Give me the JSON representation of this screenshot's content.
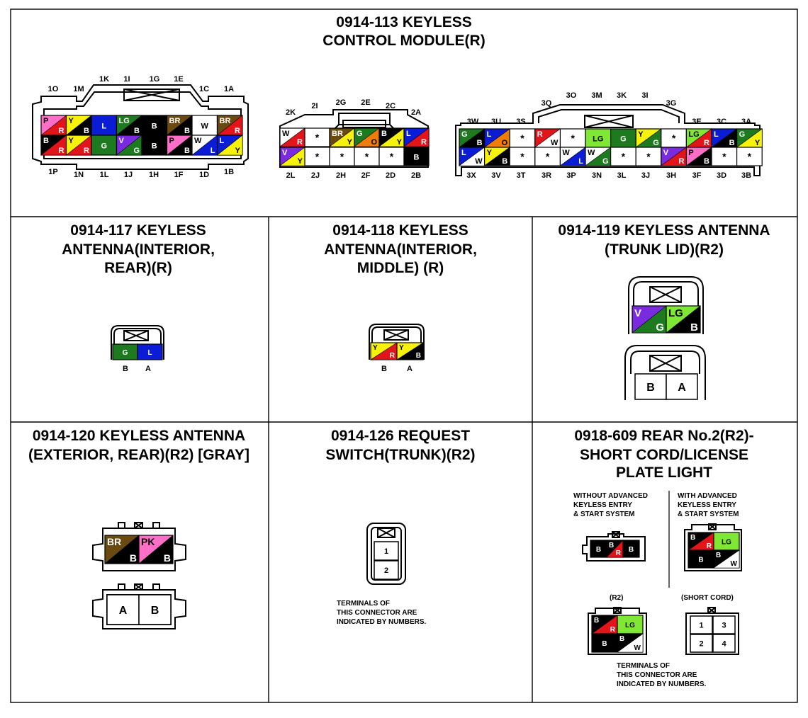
{
  "colors": {
    "W": "#ffffff",
    "B": "#000000",
    "R": "#e4141b",
    "G": "#1e7a1e",
    "L": "#0a1cd6",
    "Y": "#f7f20c",
    "P": "#ff6ec7",
    "V": "#7a2be0",
    "O": "#f07d0a",
    "BR": "#6b4a12",
    "LG": "#7ee834",
    "PK": "#ff00ff"
  },
  "panels": {
    "p113": {
      "title1": "0914-113 KEYLESS",
      "title2": "CONTROL MODULE(R)"
    },
    "p117": {
      "title1": "0914-117 KEYLESS",
      "title2": "ANTENNA(INTERIOR,",
      "title3": "REAR)(R)"
    },
    "p118": {
      "title1": "0914-118 KEYLESS",
      "title2": "ANTENNA(INTERIOR,",
      "title3": "MIDDLE) (R)"
    },
    "p119": {
      "title1": "0914-119 KEYLESS ANTENNA",
      "title2": "(TRUNK LID)(R2)"
    },
    "p120": {
      "title1": "0914-120 KEYLESS ANTENNA",
      "title2": "(EXTERIOR, REAR)(R2) [GRAY]"
    },
    "p126": {
      "title1": "0914-126 REQUEST",
      "title2": "SWITCH(TRUNK)(R2)",
      "note1": "TERMINALS OF",
      "note2": "THIS CONNECTOR ARE",
      "note3": "INDICATED BY NUMBERS."
    },
    "p609": {
      "title1": "0918-609 REAR No.2(R2)-",
      "title2": "SHORT CORD/LICENSE",
      "title3": "PLATE LIGHT",
      "without1": "WITHOUT ADVANCED",
      "without2": "KEYLESS ENTRY",
      "without3": "& START SYSTEM",
      "with1": "WITH ADVANCED",
      "with2": "KEYLESS ENTRY",
      "with3": "& START SYSTEM",
      "r2_label": "(R2)",
      "short_label": "(SHORT CORD)",
      "note1": "TERMINALS OF",
      "note2": "THIS CONNECTOR ARE",
      "note3": "INDICATED BY NUMBERS."
    }
  },
  "c1": {
    "top_labels": [
      [
        "1O",
        75,
        129
      ],
      [
        "1M",
        111,
        129
      ],
      [
        "1K",
        147,
        115
      ],
      [
        "1I",
        179,
        115
      ],
      [
        "1G",
        218,
        115
      ],
      [
        "1E",
        252,
        115
      ],
      [
        "1C",
        288,
        129
      ],
      [
        "1A",
        323,
        129
      ]
    ],
    "bottom_labels": [
      [
        "1P",
        75,
        246
      ],
      [
        "1N",
        111,
        250
      ],
      [
        "1L",
        147,
        250
      ],
      [
        "1J",
        181,
        250
      ],
      [
        "1H",
        217,
        250
      ],
      [
        "1F",
        252,
        250
      ],
      [
        "1D",
        288,
        250
      ],
      [
        "1B",
        323,
        246
      ]
    ],
    "cells": [
      [
        "P",
        "R",
        "P"
      ],
      [
        "Y",
        "B",
        "Y"
      ],
      [
        "L",
        "",
        "L"
      ],
      [
        "LG",
        "B",
        "G"
      ],
      [
        "B",
        "",
        "B"
      ],
      [
        "BR",
        "B",
        "BR"
      ],
      [
        "W",
        "",
        "W"
      ],
      [
        "BR",
        "R",
        "BR"
      ],
      [
        "B",
        "R",
        "B"
      ],
      [
        "Y",
        "R",
        "Y"
      ],
      [
        "G",
        "",
        "G"
      ],
      [
        "V",
        "G",
        "V"
      ],
      [
        "B",
        "",
        "B"
      ],
      [
        "P",
        "B",
        "P"
      ],
      [
        "W",
        "L",
        "W"
      ],
      [
        "L",
        "Y",
        "L"
      ]
    ]
  },
  "c2": {
    "top_labels": [
      [
        "2K",
        410,
        162
      ],
      [
        "2I",
        444,
        153
      ],
      [
        "2G",
        481,
        148
      ],
      [
        "2E",
        516,
        148
      ],
      [
        "2C",
        551,
        153
      ],
      [
        "2A",
        587,
        162
      ]
    ],
    "bottom_labels": [
      [
        "2L",
        410,
        251
      ],
      [
        "2J",
        445,
        251
      ],
      [
        "2H",
        481,
        251
      ],
      [
        "2F",
        516,
        251
      ],
      [
        "2D",
        551,
        251
      ],
      [
        "2B",
        587,
        251
      ]
    ],
    "cells": [
      [
        "W",
        "R",
        "W"
      ],
      [
        "*",
        "",
        ""
      ],
      [
        "BR",
        "Y",
        "BR"
      ],
      [
        "G",
        "O",
        "G"
      ],
      [
        "B",
        "Y",
        "B"
      ],
      [
        "L",
        "R",
        "L"
      ],
      [
        "V",
        "Y",
        "V"
      ],
      [
        "*",
        "",
        ""
      ],
      [
        "*",
        "",
        ""
      ],
      [
        "*",
        "",
        ""
      ],
      [
        "*",
        "",
        ""
      ],
      [
        "B",
        "",
        "B"
      ]
    ]
  },
  "c3": {
    "top_labels": [
      [
        "3Q",
        771,
        149
      ],
      [
        "3O",
        806,
        138
      ],
      [
        "3M",
        842,
        138
      ],
      [
        "3K",
        877,
        138
      ],
      [
        "3I",
        910,
        138
      ],
      [
        "3G",
        947,
        149
      ],
      [
        "3W",
        667,
        175
      ],
      [
        "3U",
        700,
        175
      ],
      [
        "3S",
        735,
        175
      ],
      [
        "3E",
        983,
        175
      ],
      [
        "3C",
        1018,
        175
      ],
      [
        "3A",
        1053,
        175
      ]
    ],
    "bottom_labels": [
      [
        "3X",
        665,
        251
      ],
      [
        "3V",
        700,
        251
      ],
      [
        "3T",
        735,
        251
      ],
      [
        "3R",
        771,
        251
      ],
      [
        "3P",
        806,
        251
      ],
      [
        "3N",
        842,
        251
      ],
      [
        "3L",
        877,
        251
      ],
      [
        "3J",
        911,
        251
      ],
      [
        "3H",
        947,
        251
      ],
      [
        "3F",
        983,
        251
      ],
      [
        "3D",
        1018,
        251
      ],
      [
        "3B",
        1053,
        251
      ]
    ],
    "cells": [
      [
        "G",
        "B",
        "G"
      ],
      [
        "L",
        "O",
        "L"
      ],
      [
        "*",
        "",
        ""
      ],
      [
        "R",
        "W",
        "R"
      ],
      [
        "*",
        "",
        ""
      ],
      [
        "LG",
        "",
        "LG"
      ],
      [
        "G",
        "",
        "G"
      ],
      [
        "Y",
        "G",
        "Y"
      ],
      [
        "*",
        "",
        ""
      ],
      [
        "LG",
        "R",
        "LG"
      ],
      [
        "L",
        "B",
        "L"
      ],
      [
        "G",
        "Y",
        "G"
      ],
      [
        "L",
        "W",
        "L"
      ],
      [
        "Y",
        "B",
        "Y"
      ],
      [
        "*",
        "",
        ""
      ],
      [
        "*",
        "",
        ""
      ],
      [
        "W",
        "L",
        "W"
      ],
      [
        "W",
        "G",
        "W"
      ],
      [
        "*",
        "",
        ""
      ],
      [
        "*",
        "",
        ""
      ],
      [
        "V",
        "R",
        "V"
      ],
      [
        "P",
        "B",
        "P"
      ],
      [
        "*",
        "",
        ""
      ],
      [
        "*",
        "",
        ""
      ]
    ]
  },
  "c117": {
    "cells": [
      [
        "G",
        "",
        "G"
      ],
      [
        "L",
        "",
        "L"
      ]
    ],
    "labels": [
      "B",
      "A"
    ]
  },
  "c118": {
    "cells": [
      [
        "Y",
        "R",
        "Y"
      ],
      [
        "Y",
        "B",
        "Y"
      ]
    ],
    "labels": [
      "B",
      "A"
    ]
  },
  "c119a": {
    "cells": [
      [
        "V",
        "G",
        "V"
      ],
      [
        "LG",
        "B",
        "LG"
      ]
    ]
  },
  "c119b": {
    "cells": [
      "B",
      "A"
    ]
  },
  "c120a": {
    "cells": [
      [
        "BR",
        "B",
        "BR"
      ],
      [
        "PK",
        "B",
        "P"
      ]
    ]
  },
  "c120b": {
    "cells": [
      "A",
      "B"
    ]
  },
  "c126": {
    "cells": [
      "1",
      "2"
    ]
  },
  "c609a": {
    "cells": [
      [
        "B",
        "",
        "B"
      ],
      [
        "B",
        "R",
        "B"
      ],
      [
        "B",
        "",
        "B"
      ]
    ]
  },
  "c609b": {
    "cells": [
      [
        "B",
        "R",
        "B"
      ],
      [
        "LG",
        "",
        "LG"
      ],
      [
        "B",
        "",
        "B"
      ],
      [
        "B",
        "W",
        "B"
      ]
    ]
  },
  "c609c": {
    "cells": [
      [
        "B",
        "R",
        "B"
      ],
      [
        "LG",
        "",
        "LG"
      ],
      [
        "B",
        "",
        "B"
      ],
      [
        "B",
        "W",
        "B"
      ]
    ]
  },
  "c609d": {
    "cells": [
      "1",
      "3",
      "2",
      "4"
    ]
  }
}
